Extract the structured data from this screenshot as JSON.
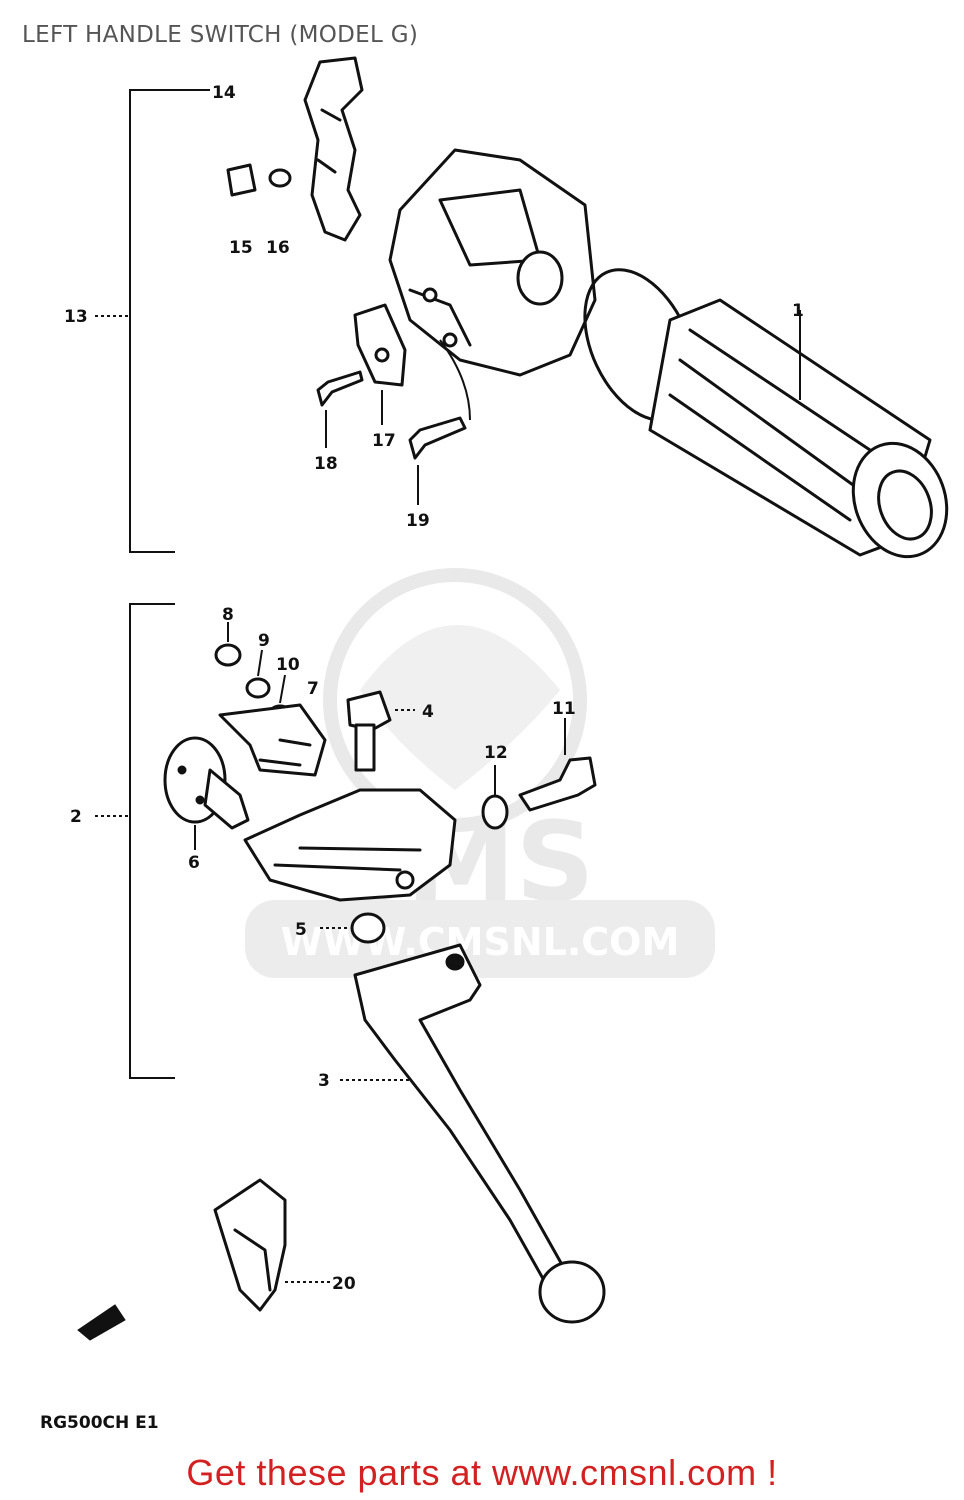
{
  "title": "LEFT HANDLE SWITCH (MODEL G)",
  "watermark": {
    "brand": "CMS",
    "url": "WWW.CMSNL.COM"
  },
  "part_labels": [
    "14",
    "15",
    "16",
    "13",
    "1",
    "17",
    "18",
    "19",
    "8",
    "9",
    "10",
    "7",
    "4",
    "12",
    "11",
    "2",
    "6",
    "5",
    "3",
    "20"
  ],
  "drawing_code": "RG500CH E1",
  "footer": "Get these parts at www.cmsnl.com !",
  "colors": {
    "title": "#555555",
    "footer": "#d32020",
    "ink": "#111111",
    "watermark": "#d8d8d8"
  }
}
